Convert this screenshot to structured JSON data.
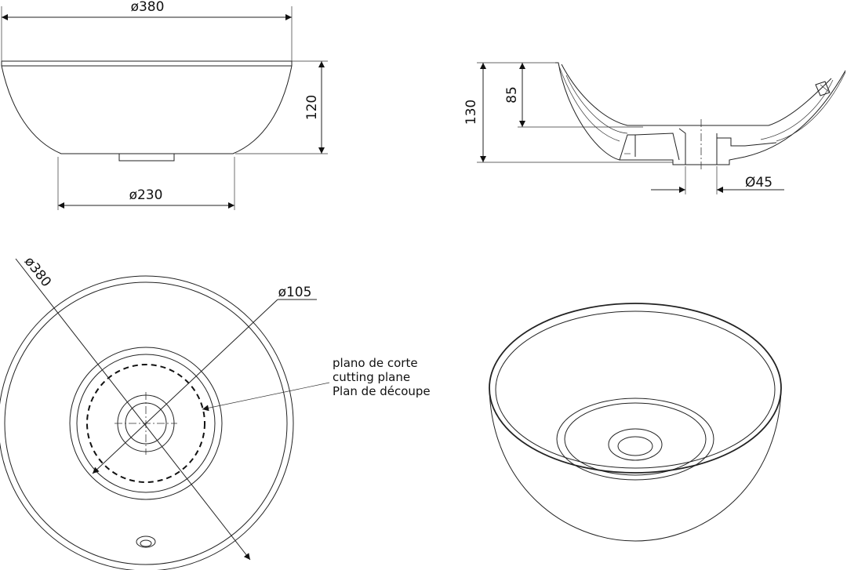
{
  "dimensions": {
    "front_top_diameter": "ø380",
    "front_height": "120",
    "front_base_diameter": "ø230",
    "section_total_height": "130",
    "section_depth": "85",
    "section_drain_diameter": "Ø45",
    "plan_outer_diameter": "ø380",
    "plan_inner_diameter": "ø105"
  },
  "cutting_plane_label": {
    "es": "plano de corte",
    "en": "cutting plane",
    "fr": "Plan de découpe"
  },
  "colors": {
    "line": "#222222",
    "background": "#ffffff"
  }
}
